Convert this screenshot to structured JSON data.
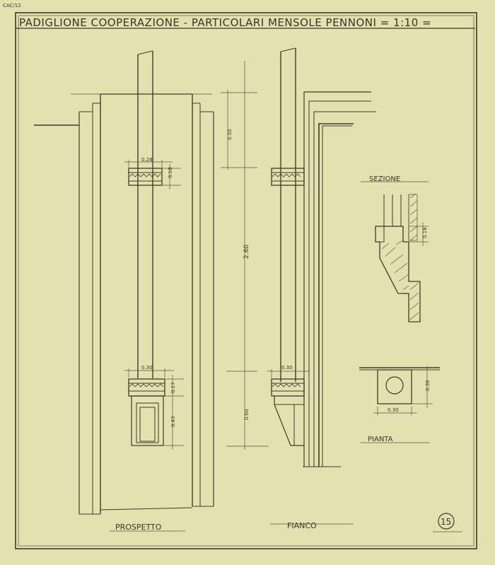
{
  "sheet": {
    "title": "PADIGLIONE COOPERAZIONE - PARTICOLARI MENSOLE PENNONI = 1:10 =",
    "corner_stamp": "CAC/12",
    "sheet_number": "15"
  },
  "views": {
    "front_label": "PROSPETTO",
    "side_label": "FIANCO",
    "section_label": "SEZIONE",
    "plan_label": "PIANTA"
  },
  "dimensions": {
    "front_top_width": "0.28",
    "front_top_band": "0.18",
    "front_bottom_width": "0.30",
    "front_bottom_band": "0.17",
    "front_bottom_bracket": "0.43",
    "side_top": "0.50",
    "side_total": "2.60",
    "side_bottom": "0.60",
    "side_bottom_width": "0.30",
    "section_band": "0.18",
    "plan_depth": "0.30",
    "plan_width": "0.30"
  },
  "colors": {
    "paper": "#e6dfb0",
    "ink": "#3f3a2a"
  }
}
